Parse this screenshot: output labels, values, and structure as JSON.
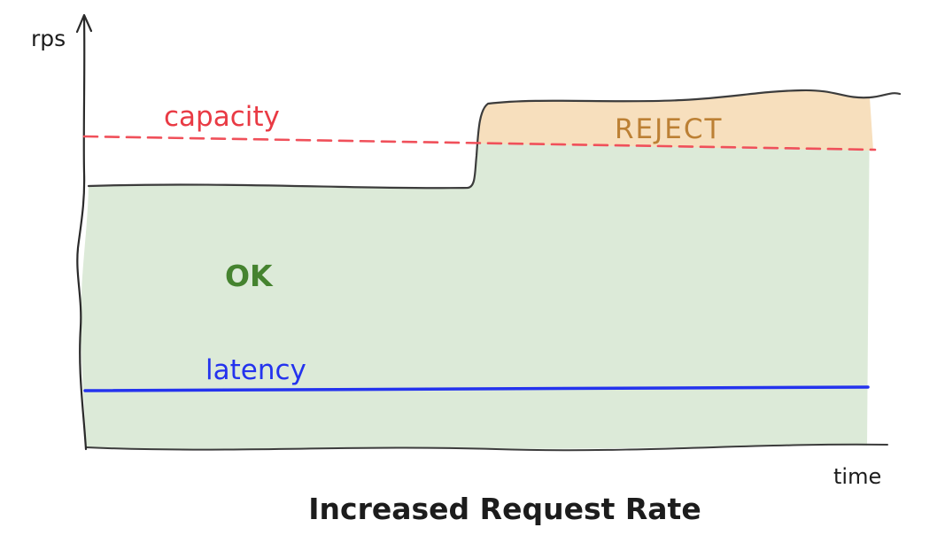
{
  "diagram": {
    "title": "Increased Request Rate",
    "axes": {
      "y_label": "rps",
      "x_label": "time"
    },
    "labels": {
      "capacity": "capacity",
      "ok": "OK",
      "reject": "REJECT",
      "latency": "latency"
    },
    "colors": {
      "capacity_line": "#f0505a",
      "capacity_text": "#e93a44",
      "ok_fill": "#dcead8",
      "ok_text": "#45832f",
      "reject_fill": "#f7dfbd",
      "reject_text": "#bc8034",
      "latency_line": "#2433ee",
      "outline": "#3c3c3c",
      "axis": "#2a2a2a",
      "text_dark": "#1c1c1c"
    }
  }
}
